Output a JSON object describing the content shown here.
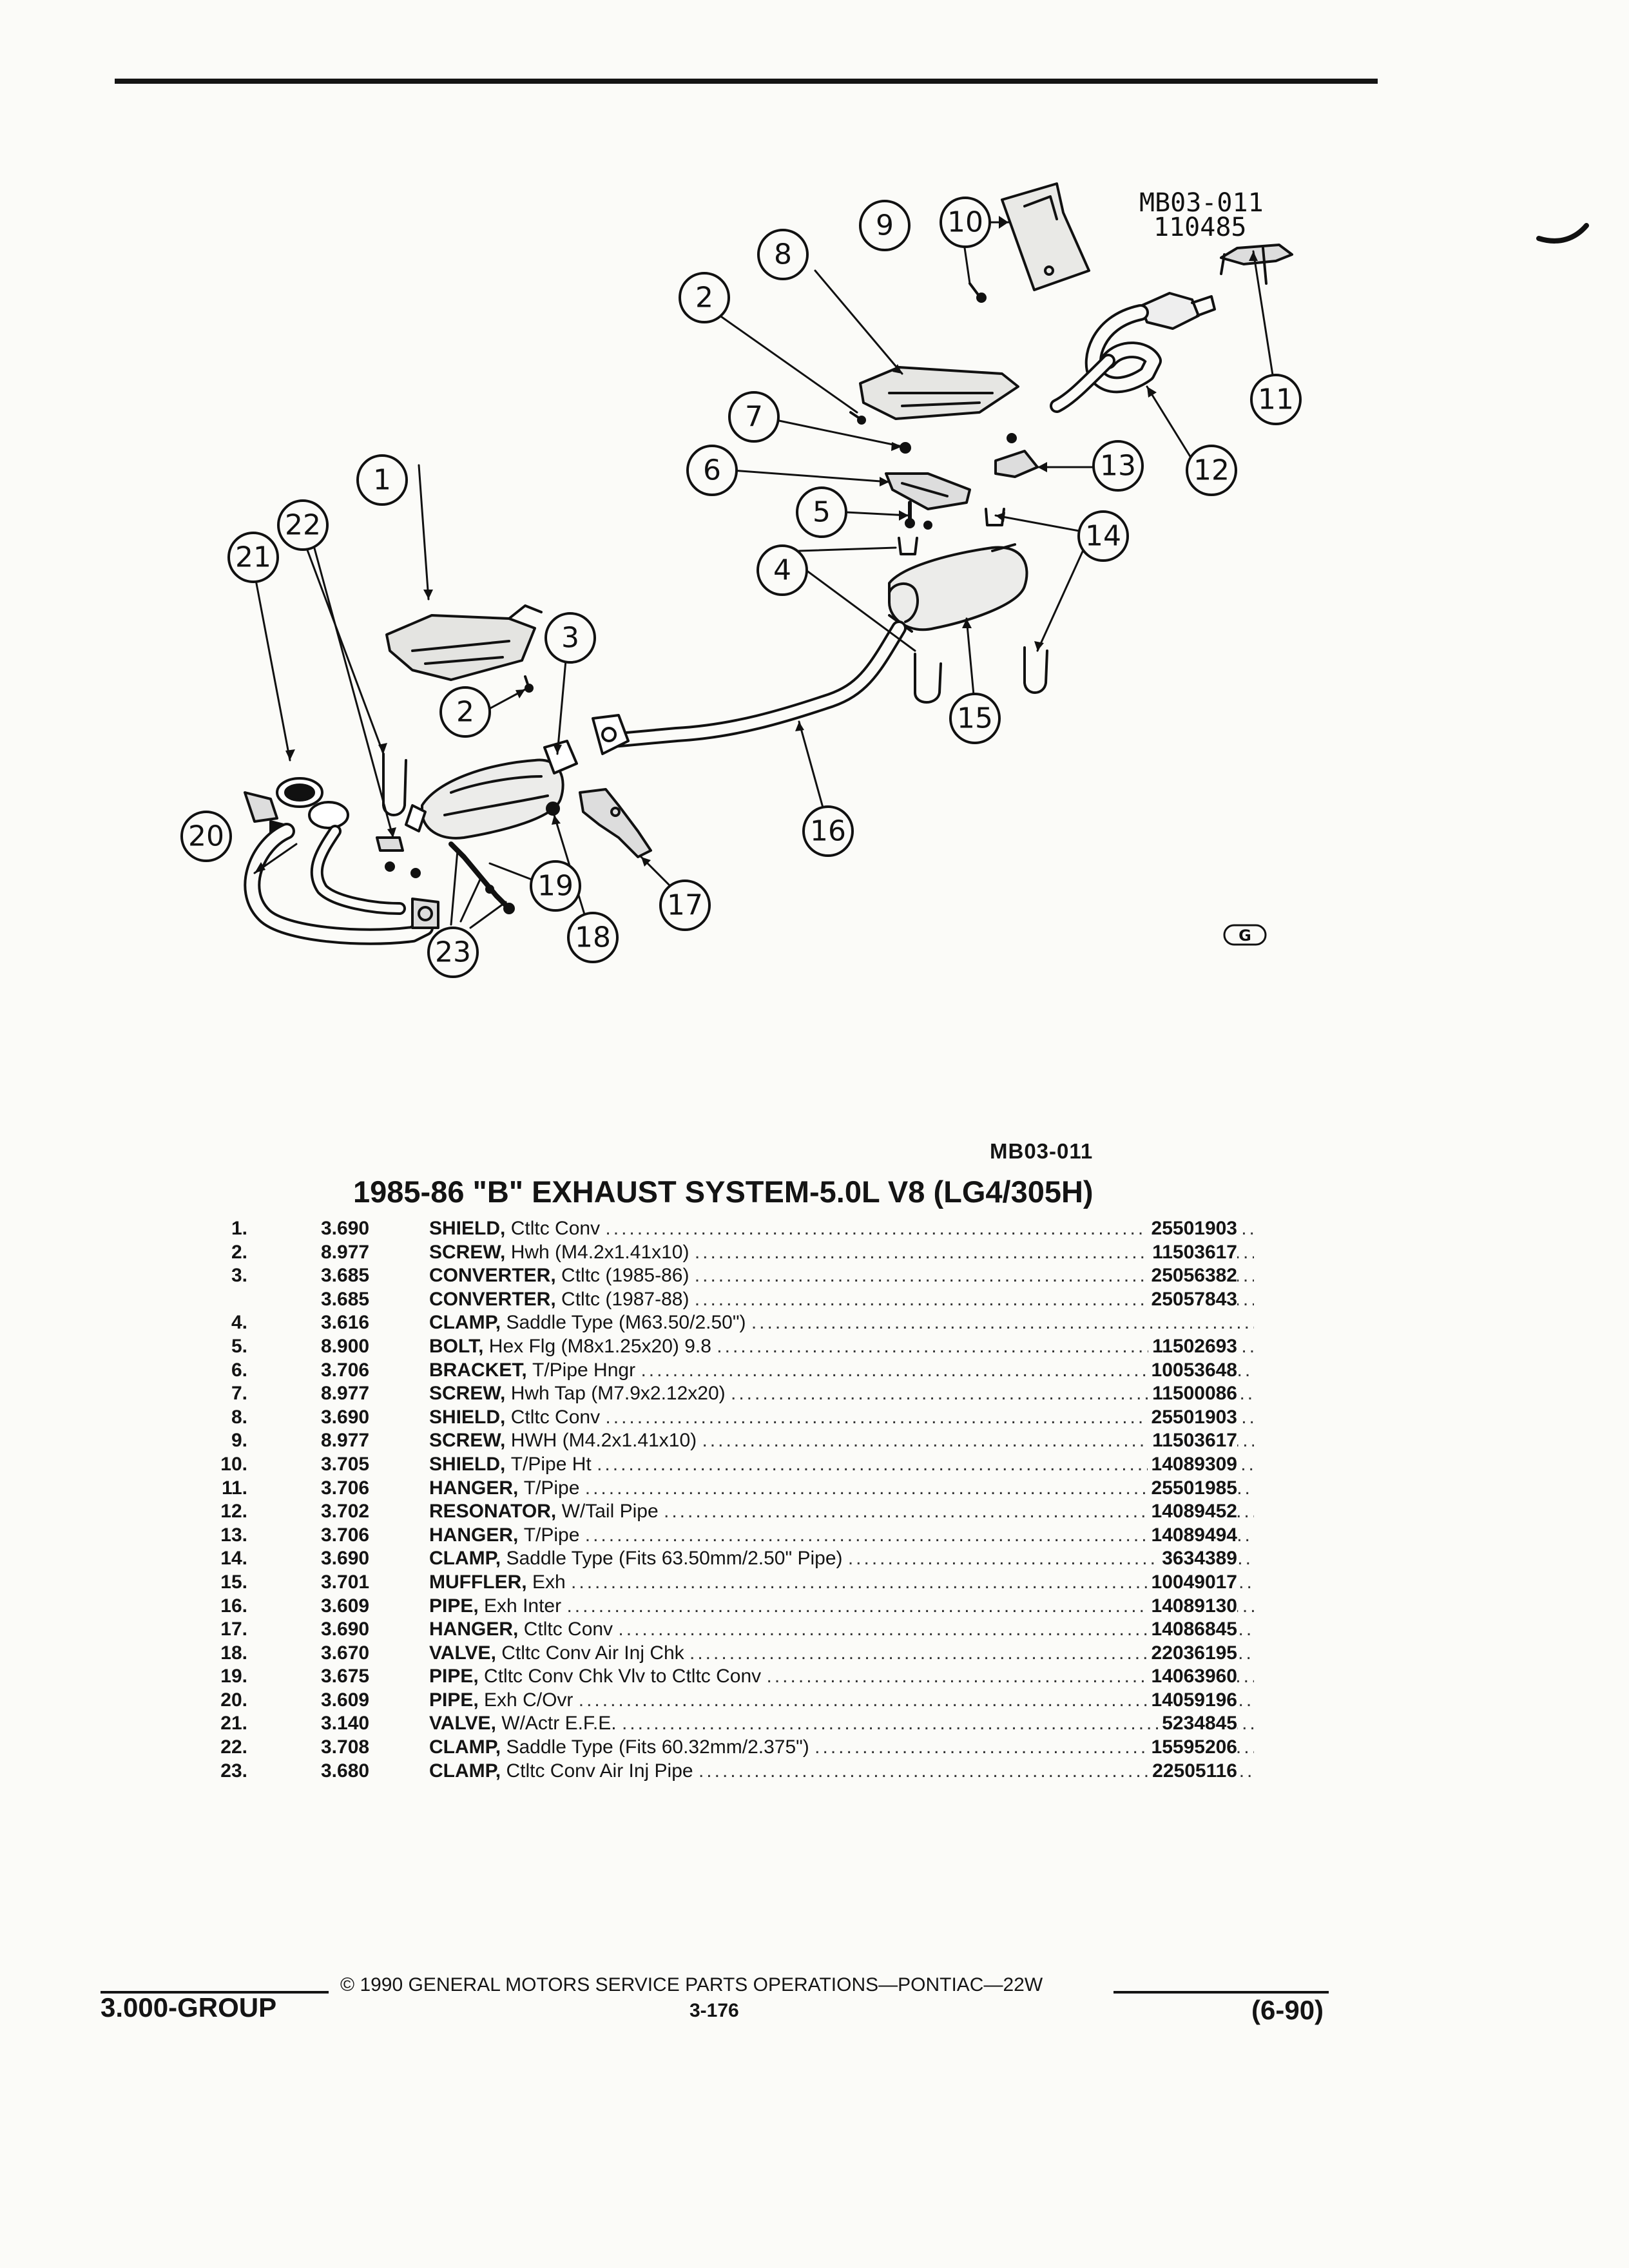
{
  "diagram": {
    "code_label": "MB03-011",
    "date_label": "110485",
    "group_logo": "G",
    "callouts": [
      "1",
      "2",
      "2",
      "3",
      "4",
      "5",
      "6",
      "7",
      "8",
      "9",
      "10",
      "11",
      "12",
      "13",
      "14",
      "15",
      "16",
      "17",
      "18",
      "19",
      "20",
      "21",
      "22",
      "23"
    ]
  },
  "figure_code": "MB03-011",
  "title": "1985-86 \"B\" EXHAUST SYSTEM-5.0L V8 (LG4/305H)",
  "parts": [
    {
      "num": "1.",
      "group": "3.690",
      "name": "SHIELD,",
      "desc": "Ctltc Conv",
      "part": "25501903"
    },
    {
      "num": "2.",
      "group": "8.977",
      "name": "SCREW,",
      "desc": "Hwh (M4.2x1.41x10)",
      "part": "11503617"
    },
    {
      "num": "3.",
      "group": "3.685",
      "name": "CONVERTER,",
      "desc": "Ctltc (1985-86)",
      "part": "25056382"
    },
    {
      "num": "",
      "group": "3.685",
      "name": "CONVERTER,",
      "desc": "Ctltc (1987-88)",
      "part": "25057843"
    },
    {
      "num": "4.",
      "group": "3.616",
      "name": "CLAMP,",
      "desc": "Saddle Type (M63.50/2.50\")",
      "part": ""
    },
    {
      "num": "5.",
      "group": "8.900",
      "name": "BOLT,",
      "desc": "Hex Flg (M8x1.25x20) 9.8",
      "part": "11502693"
    },
    {
      "num": "6.",
      "group": "3.706",
      "name": "BRACKET,",
      "desc": "T/Pipe Hngr",
      "part": "10053648"
    },
    {
      "num": "7.",
      "group": "8.977",
      "name": "SCREW,",
      "desc": "Hwh Tap (M7.9x2.12x20)",
      "part": "11500086"
    },
    {
      "num": "8.",
      "group": "3.690",
      "name": "SHIELD,",
      "desc": "Ctltc Conv",
      "part": "25501903"
    },
    {
      "num": "9.",
      "group": "8.977",
      "name": "SCREW,",
      "desc": "HWH (M4.2x1.41x10)",
      "part": "11503617"
    },
    {
      "num": "10.",
      "group": "3.705",
      "name": "SHIELD,",
      "desc": "T/Pipe Ht",
      "part": "14089309"
    },
    {
      "num": "11.",
      "group": "3.706",
      "name": "HANGER,",
      "desc": "T/Pipe",
      "part": "25501985"
    },
    {
      "num": "12.",
      "group": "3.702",
      "name": "RESONATOR,",
      "desc": "W/Tail Pipe",
      "part": "14089452"
    },
    {
      "num": "13.",
      "group": "3.706",
      "name": "HANGER,",
      "desc": "T/Pipe",
      "part": "14089494"
    },
    {
      "num": "14.",
      "group": "3.690",
      "name": "CLAMP,",
      "desc": "Saddle Type (Fits 63.50mm/2.50\" Pipe)",
      "part": "3634389"
    },
    {
      "num": "15.",
      "group": "3.701",
      "name": "MUFFLER,",
      "desc": "Exh",
      "part": "10049017"
    },
    {
      "num": "16.",
      "group": "3.609",
      "name": "PIPE,",
      "desc": "Exh Inter",
      "part": "14089130"
    },
    {
      "num": "17.",
      "group": "3.690",
      "name": "HANGER,",
      "desc": "Ctltc Conv",
      "part": "14086845"
    },
    {
      "num": "18.",
      "group": "3.670",
      "name": "VALVE,",
      "desc": "Ctltc Conv Air Inj Chk",
      "part": "22036195"
    },
    {
      "num": "19.",
      "group": "3.675",
      "name": "PIPE,",
      "desc": "Ctltc Conv Chk Vlv to Ctltc Conv",
      "part": "14063960"
    },
    {
      "num": "20.",
      "group": "3.609",
      "name": "PIPE,",
      "desc": "Exh C/Ovr",
      "part": "14059196"
    },
    {
      "num": "21.",
      "group": "3.140",
      "name": "VALVE,",
      "desc": "W/Actr E.F.E.",
      "part": "5234845"
    },
    {
      "num": "22.",
      "group": "3.708",
      "name": "CLAMP,",
      "desc": "Saddle Type (Fits 60.32mm/2.375\")",
      "part": "15595206"
    },
    {
      "num": "23.",
      "group": "3.680",
      "name": "CLAMP,",
      "desc": "Ctltc Conv Air Inj Pipe",
      "part": "22505116"
    }
  ],
  "footer": {
    "copyright": "© 1990 GENERAL MOTORS SERVICE PARTS OPERATIONS—PONTIAC—22W",
    "group": "3.000-GROUP",
    "page": "3-176",
    "date": "(6-90)"
  }
}
